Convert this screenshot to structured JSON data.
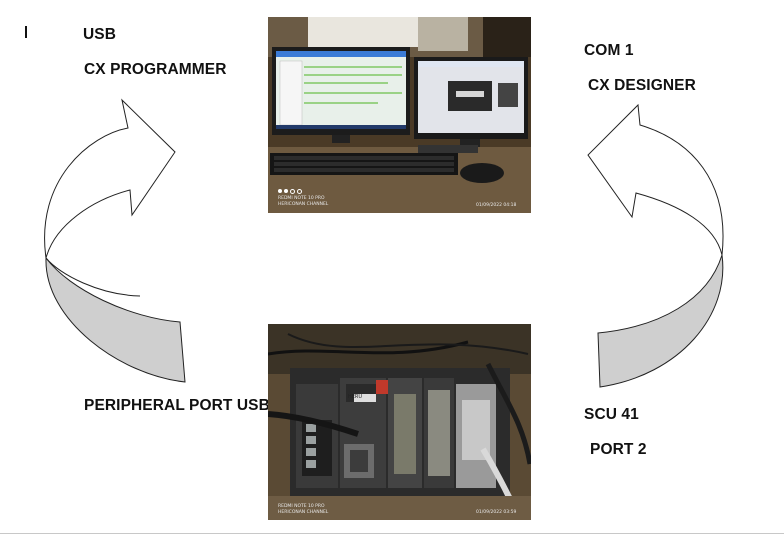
{
  "labels": {
    "usb": "USB",
    "cx_programmer": "CX PROGRAMMER",
    "com1": "COM 1",
    "cx_designer": "CX DESIGNER",
    "peripheral_port": "PERIPHERAL PORT USB",
    "scu41": "SCU 41",
    "port2": "PORT 2"
  },
  "photos": {
    "top": {
      "device": "REDMI NOTE 10 PRO",
      "channel": "HERICONAN CHANNEL",
      "timestamp": "01/09/2022  04:18",
      "description": "computer-monitors-photo"
    },
    "bottom": {
      "device": "REDMI NOTE 10 PRO",
      "channel": "HERICONAN CHANNEL",
      "timestamp": "01/09/2022  03:59",
      "plc_tag": "HERU",
      "description": "plc-rack-photo"
    }
  },
  "colors": {
    "arrow_fill": "#ffffff",
    "arrow_shade": "#cfcfcf",
    "arrow_stroke": "#222222"
  }
}
